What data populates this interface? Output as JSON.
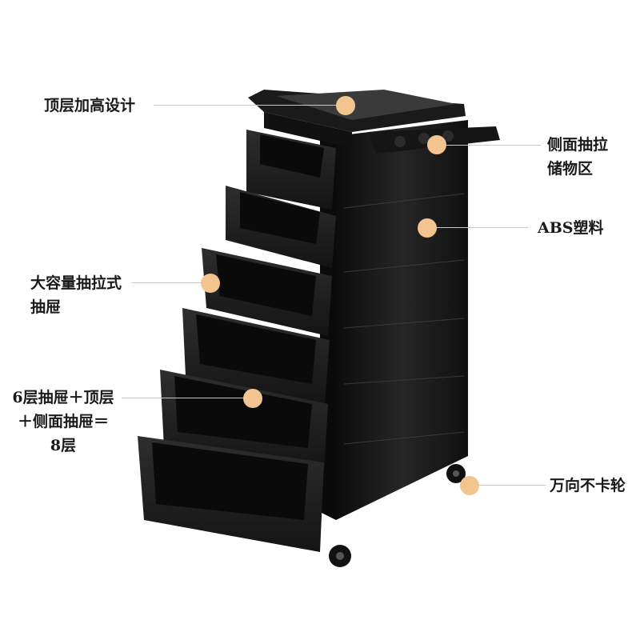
{
  "callouts": [
    {
      "id": "top-layer",
      "lines": [
        "顶层加高设计"
      ]
    },
    {
      "id": "side-drawer",
      "lines": [
        "侧面抽拉",
        "储物区"
      ]
    },
    {
      "id": "abs-plastic",
      "lines": [
        "ABS塑料"
      ]
    },
    {
      "id": "drawer-capacity",
      "lines": [
        "大容量抽拉式",
        "抽屉"
      ]
    },
    {
      "id": "layer-count",
      "lines": [
        "6层抽屉＋顶层",
        "＋侧面抽屉＝",
        "8层"
      ]
    },
    {
      "id": "casters",
      "lines": [
        "万向不卡轮"
      ]
    }
  ],
  "colors": {
    "marker": "#f2c48f",
    "leader": "#c9c9c9",
    "product": "#1b1b1b"
  }
}
